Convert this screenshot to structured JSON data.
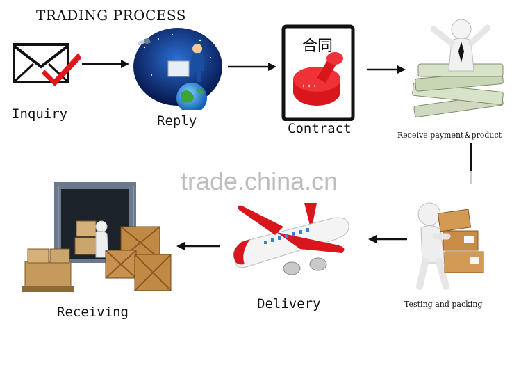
{
  "title": "TRADING PROCESS",
  "watermark": "trade.china.cn",
  "contract_stamp_text": "合同",
  "steps": [
    {
      "label": "Inquiry",
      "icon": "envelope-check-icon"
    },
    {
      "label": "Reply",
      "icon": "globe-laptop-icon"
    },
    {
      "label": "Contract",
      "icon": "stamp-contract-icon"
    },
    {
      "label": "Receive payment＆product",
      "icon": "money-stack-icon"
    },
    {
      "label": "Testing and packing",
      "icon": "person-carrying-boxes-icon"
    },
    {
      "label": "Delivery",
      "icon": "airplane-icon"
    },
    {
      "label": "Receiving",
      "icon": "container-boxes-icon"
    }
  ]
}
